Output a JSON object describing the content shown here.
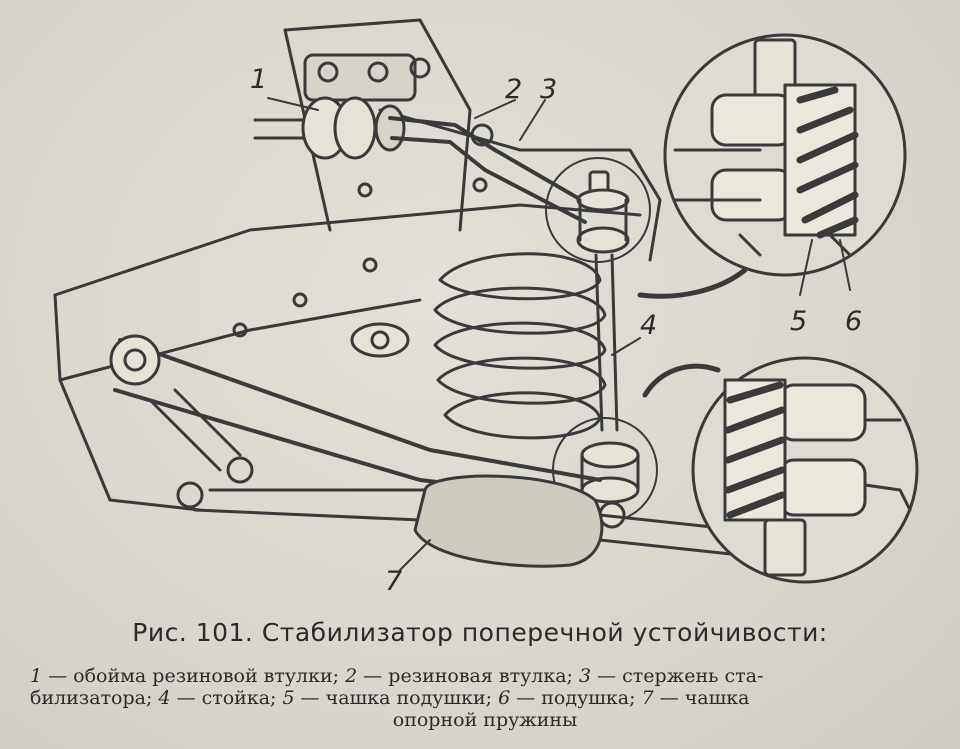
{
  "callouts": {
    "c1": "1",
    "c2": "2",
    "c3": "3",
    "c4": "4",
    "c5": "5",
    "c6": "6",
    "c7": "7"
  },
  "caption": {
    "title": "Рис. 101. Стабилизатор поперечной устойчивости:",
    "legend": [
      {
        "num": "1",
        "text": " — обойма резиновой втулки;  "
      },
      {
        "num": "2",
        "text": " — резиновая втулка;  "
      },
      {
        "num": "3",
        "text": " — стержень ста-"
      },
      {
        "text": "билизатора;  "
      },
      {
        "num": "4",
        "text": " — стойка;  "
      },
      {
        "num": "5",
        "text": " — чашка подушки;  "
      },
      {
        "num": "6",
        "text": " — подушка;  "
      },
      {
        "num": "7",
        "text": " — чашка"
      },
      {
        "text": "опорной пружины"
      }
    ]
  }
}
